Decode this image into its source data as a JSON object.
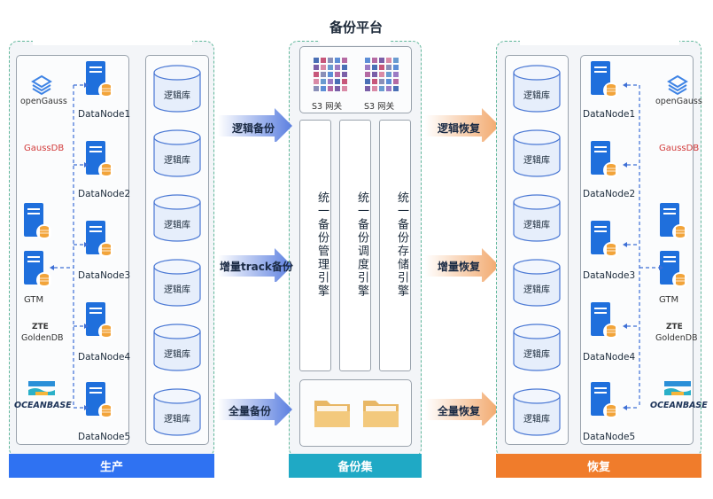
{
  "title": "备份平台",
  "sections": {
    "production": {
      "label": "生产",
      "color": "#2f72f2"
    },
    "backup_set": {
      "label": "备份集",
      "color": "#1fa9c5"
    },
    "recovery": {
      "label": "恢复",
      "color": "#f07c2b"
    }
  },
  "nodes": [
    "DataNode1",
    "DataNode2",
    "DataNode3",
    "DataNode4",
    "DataNode5"
  ],
  "logic_db_label": "逻辑库",
  "logos": {
    "opengauss": "openGauss",
    "gaussdb": "GaussDB",
    "gtm": "GTM",
    "zte": "ZTE",
    "goldendb": "GoldenDB",
    "oceanbase": "OCEANBASE"
  },
  "gateways": [
    "S3 网关",
    "S3 网关"
  ],
  "engines": [
    "统一备份管理引擎",
    "统一备份调度引擎",
    "统一备份存储引擎"
  ],
  "left_arrows": [
    "逻辑备份",
    "增量track备份",
    "全量备份"
  ],
  "right_arrows": [
    "逻辑恢复",
    "增量恢复",
    "全量恢复"
  ],
  "colors": {
    "blue_arrow": "#5b7fe0",
    "orange_arrow": "#f2a86c",
    "server": "#1f6fdc",
    "coin": "#f2a43a",
    "border": "#5fb79a"
  }
}
